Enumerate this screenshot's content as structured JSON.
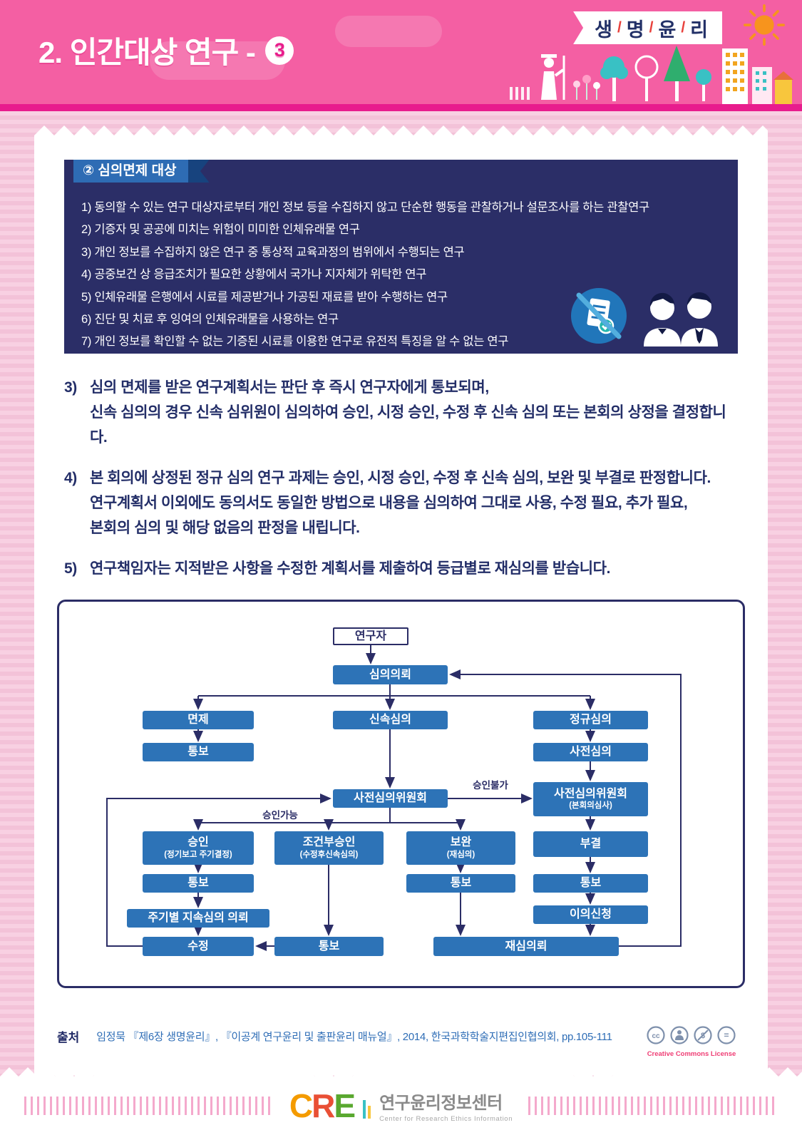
{
  "header": {
    "title": "2. 인간대상 연구 -",
    "badge_number": "3",
    "logo_chars": [
      "생",
      "명",
      "윤",
      "리"
    ],
    "separator": "/"
  },
  "exemption": {
    "title": "② 심의면제 대상",
    "items": [
      "1) 동의할 수 있는 연구 대상자로부터 개인 정보 등을 수집하지 않고 단순한 행동을 관찰하거나 설문조사를 하는 관찰연구",
      "2) 기증자 및 공공에 미치는 위험이 미미한 인체유래물 연구",
      "3) 개인 정보를 수집하지 않은 연구 중 통상적 교육과정의 범위에서 수행되는 연구",
      "4) 공중보건 상 응급조치가 필요한 상황에서 국가나 지자체가 위탁한 연구",
      "5) 인체유래물 은행에서 시료를 제공받거나 가공된 재료를 받아 수행하는 연구",
      "6) 진단 및 치료 후 잉여의 인체유래물을 사용하는 연구",
      "7) 개인 정보를 확인할 수 없는 기증된 시료를 이용한 연구로 유전적 특징을 알 수 없는 연구"
    ]
  },
  "paragraphs": [
    {
      "num": "3)",
      "lines": [
        "심의 면제를 받은 연구계획서는 판단 후 즉시 연구자에게 통보되며,",
        "신속 심의의 경우 신속 심위원이 심의하여 승인, 시정 승인, 수정 후 신속 심의 또는 본회의 상정을 결정합니다."
      ]
    },
    {
      "num": "4)",
      "lines": [
        "본 회의에 상정된 정규 심의 연구 과제는 승인, 시정 승인, 수정 후 신속 심의, 보완 및 부결로 판정합니다.",
        "연구계획서 이외에도 동의서도 동일한 방법으로 내용을 심의하여 그대로 사용, 수정 필요, 추가 필요,",
        "본회의 심의 및 해당 없음의 판정을 내립니다."
      ]
    },
    {
      "num": "5)",
      "lines": [
        "연구책임자는 지적받은 사항을 수정한 계획서를 제출하여 등급별로 재심의를 받습니다."
      ]
    }
  ],
  "flowchart": {
    "researcher": "연구자",
    "review_request": "심의의뢰",
    "exemption": "면제",
    "notify1": "통보",
    "expedited_review": "신속심의",
    "regular_review": "정규심의",
    "pre_review": "사전심의",
    "pre_review_committee": "사전심의위원회",
    "full_board1": "사전심의위원회",
    "full_board2": "(본회의심사)",
    "label_approvable": "승인가능",
    "label_not_approvable": "승인불가",
    "approve1": "승인",
    "approve2": "(정기보고 주기결정)",
    "conditional1": "조건부승인",
    "conditional2": "(수정후신속심의)",
    "supplement1": "보완",
    "supplement2": "(재심의)",
    "reject": "부결",
    "notify2": "통보",
    "notify3": "통보",
    "notify4": "통보",
    "periodic_request": "주기별 지속심의 의뢰",
    "objection": "이의신청",
    "revise": "수정",
    "notify5": "통보",
    "rereview_request": "재심의뢰"
  },
  "source": {
    "label": "출처",
    "text": "임정묵 『제6장 생명윤리』, 『이공계 연구윤리 및 출판윤리 매뉴얼』, 2014, 한국과학학술지편집인협의회, pp.105-111",
    "cc_caption": "Creative Commons License"
  },
  "footer": {
    "logo_letters": [
      "C",
      "R",
      "E"
    ],
    "org_ko": "연구윤리정보센터",
    "org_en": "Center for Research Ethics Information"
  }
}
